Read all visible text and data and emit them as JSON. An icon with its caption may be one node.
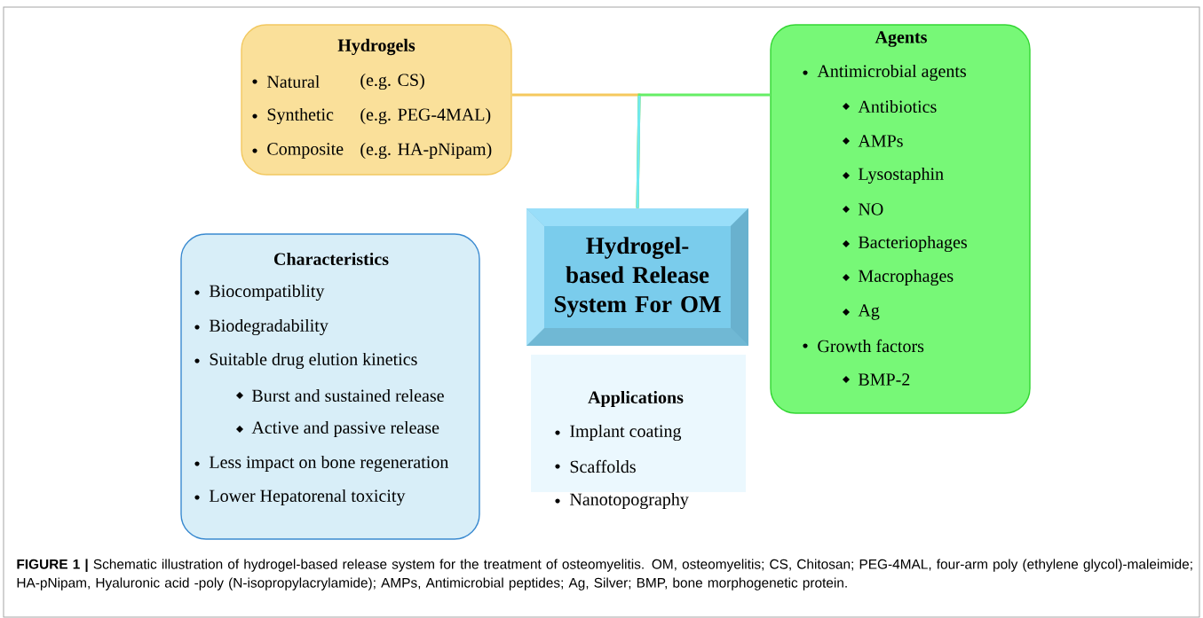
{
  "diagram": {
    "caption": "**FIGURE 1 |** Schematic illustration of hydrogel-based release system for the treatment of osteomyelitis. OM, osteomyelitis; CS, Chitosan; PEG-4MAL, four-arm poly (ethylene glycol)-maleimide; HA-pNipam, Hyaluronic acid -poly (N-isopropylacrylamide); AMPs, Antimicrobial peptides; Ag, Silver; BMP, bone morphogenetic protein.",
    "nodes": [
      {
        "text": [
          "Hydrogels",
          "Natural",
          "(e.g. CS)",
          "Synthetic",
          "(e.g. PEG-4MAL)",
          "Composite",
          "(e.g. HA-pNipam)"
        ]
      },
      {
        "text": [
          "Agents",
          "Antimicrobial agents",
          "Antibiotics",
          "AMPs",
          "Lysostaphin",
          "NO",
          "Bacteriophages",
          "Macrophages",
          "Ag",
          "Growth factors",
          "BMP-2"
        ]
      },
      {
        "text": [
          "Hydrogel-based Release System For OM"
        ]
      },
      {
        "text": [
          "Characteristics",
          "Biocompatiblity",
          "Biodegradability",
          "Suitable drug elution kinetics",
          "Burst and sustained release",
          "Active and passive release",
          "Less impact on bone regeneration",
          "Lower Hepatorenal toxicity"
        ]
      },
      {
        "text": [
          "Applications",
          "Implant coating",
          "Scaffolds",
          "Nanotopography"
        ]
      }
    ],
    "edges": [
      {
        "from": 0,
        "to": 2,
        "arrow": "none",
        "color": "#f5c95e"
      },
      {
        "from": 1,
        "to": 2,
        "arrow": "none",
        "color": "#66ee66"
      }
    ]
  }
}
